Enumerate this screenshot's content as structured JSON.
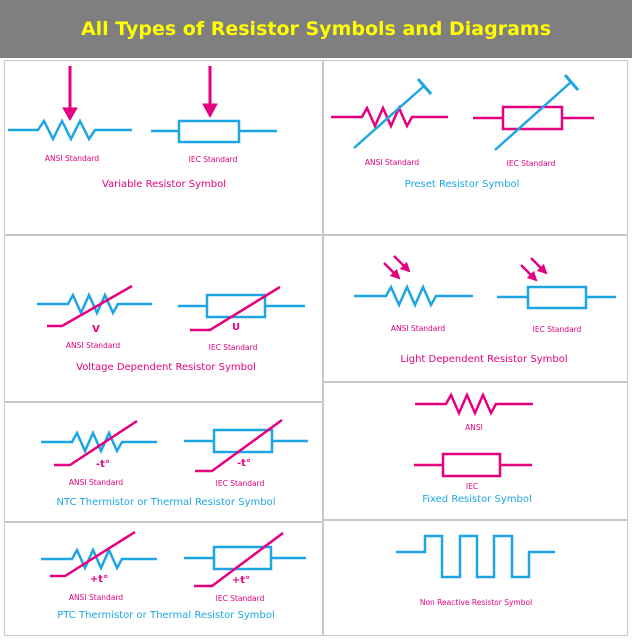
{
  "title": "All Types of Resistor Symbols and Diagrams",
  "colors": {
    "header_bg": "#7f7f7f",
    "title": "#ffff00",
    "blue": "#1ea6e4",
    "pink": "#e4007f"
  },
  "panels": {
    "variable": {
      "ansi_label": "ANSI Standard",
      "iec_label": "IEC Standard",
      "caption": "Variable Resistor Symbol"
    },
    "preset": {
      "ansi_label": "ANSI Standard",
      "iec_label": "IEC Standard",
      "caption": "Preset Resistor Symbol"
    },
    "vdr": {
      "ansi_label": "ANSI Standard",
      "iec_label": "IEC Standard",
      "ansi_mark": "V",
      "iec_mark": "U",
      "caption": "Voltage Dependent Resistor Symbol"
    },
    "ldr": {
      "ansi_label": "ANSI Standard",
      "iec_label": "IEC Standard",
      "caption": "Light Dependent Resistor Symbol"
    },
    "ntc": {
      "ansi_label": "ANSI Standard",
      "iec_label": "IEC Standard",
      "ansi_mark": "-t°",
      "iec_mark": "-t°",
      "caption": "NTC Thermistor or Thermal Resistor Symbol"
    },
    "fixed": {
      "ansi_label": "ANSI",
      "iec_label": "IEC",
      "caption": "Fixed Resistor Symbol"
    },
    "ptc": {
      "ansi_label": "ANSI Standard",
      "iec_label": "IEC Standard",
      "ansi_mark": "+t°",
      "iec_mark": "+t°",
      "caption": "PTC Thermistor or Thermal Resistor Symbol"
    },
    "nonreactive": {
      "caption": "Non Reactive Resistor Symbol"
    }
  }
}
